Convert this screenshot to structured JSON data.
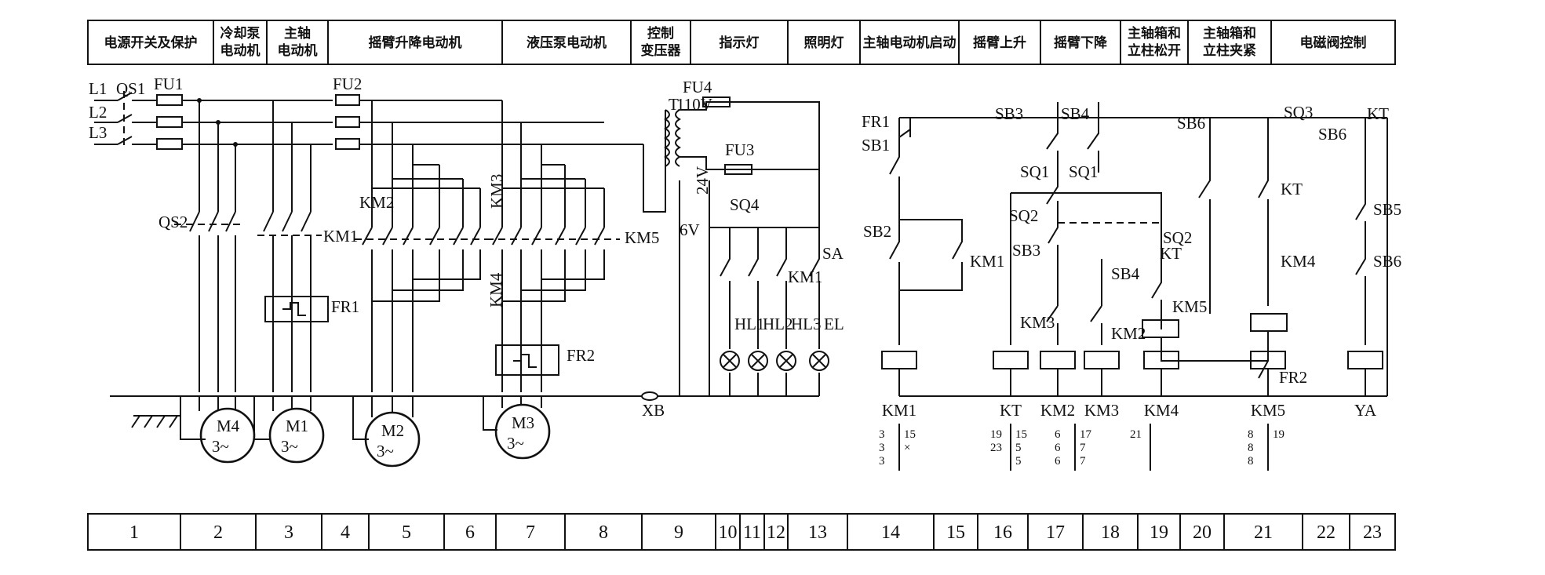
{
  "header_sections": [
    "电源开关及保护",
    "冷却泵\n电动机",
    "主轴\n电动机",
    "摇臂升降电动机",
    "液压泵电动机",
    "控制\n变压器",
    "指示灯",
    "照明灯",
    "主轴电动机启动",
    "摇臂上升",
    "摇臂下降",
    "主轴箱和\n立柱松开",
    "主轴箱和\n立柱夹紧",
    "电磁阀控制"
  ],
  "column_numbers": [
    "1",
    "2",
    "3",
    "4",
    "5",
    "6",
    "7",
    "8",
    "9",
    "10",
    "11",
    "12",
    "13",
    "14",
    "15",
    "16",
    "17",
    "18",
    "19",
    "20",
    "21",
    "22",
    "23"
  ],
  "power": {
    "lines": [
      "L1",
      "L2",
      "L3"
    ],
    "switch_main": "QS1",
    "switch_aux": "QS2",
    "fuses": [
      "FU1",
      "FU2",
      "FU4",
      "FU3"
    ],
    "contactors": [
      "KM1",
      "KM2",
      "KM3",
      "KM4",
      "KM5"
    ],
    "relays": [
      "FR1",
      "FR2"
    ],
    "motors": [
      {
        "name": "M4",
        "spec": "3~"
      },
      {
        "name": "M1",
        "spec": "3~"
      },
      {
        "name": "M2",
        "spec": "3~"
      },
      {
        "name": "M3",
        "spec": "3~"
      }
    ],
    "transformer": {
      "name": "T",
      "v1": "110V",
      "v2": "24V",
      "v3": "6V"
    },
    "plug": "XB"
  },
  "lamps": {
    "switch": "SQ4",
    "sw2": "KM1",
    "sa": "SA",
    "items": [
      "HL1",
      "HL2",
      "HL3",
      "EL"
    ]
  },
  "control": {
    "labels": [
      "FR1",
      "SB1",
      "SB2",
      "KM1",
      "SB3",
      "SB4",
      "SQ1",
      "SQ1",
      "SQ2",
      "SQ2",
      "SB3",
      "SB4",
      "KT",
      "KM5",
      "KM3",
      "KM2",
      "SB6",
      "SQ3",
      "SB6",
      "KT",
      "KT",
      "KM4",
      "FR2",
      "SB5",
      "SB6"
    ],
    "coils": [
      "KM1",
      "KT",
      "KM2",
      "KM3",
      "KM4",
      "KM5",
      "YA"
    ]
  },
  "crossref": [
    {
      "left": [
        "3",
        "3",
        "3"
      ],
      "right": [
        "15",
        "×"
      ]
    },
    {
      "left": [
        "19",
        "23"
      ],
      "right": [
        "15",
        "5",
        "5"
      ]
    },
    {
      "left": [
        "6",
        "6",
        "6"
      ],
      "right": [
        "17",
        "7",
        "7"
      ]
    },
    {
      "left": [
        "21"
      ],
      "right": []
    },
    {
      "left": [
        "8",
        "8",
        "8"
      ],
      "right": [
        "19"
      ]
    }
  ]
}
